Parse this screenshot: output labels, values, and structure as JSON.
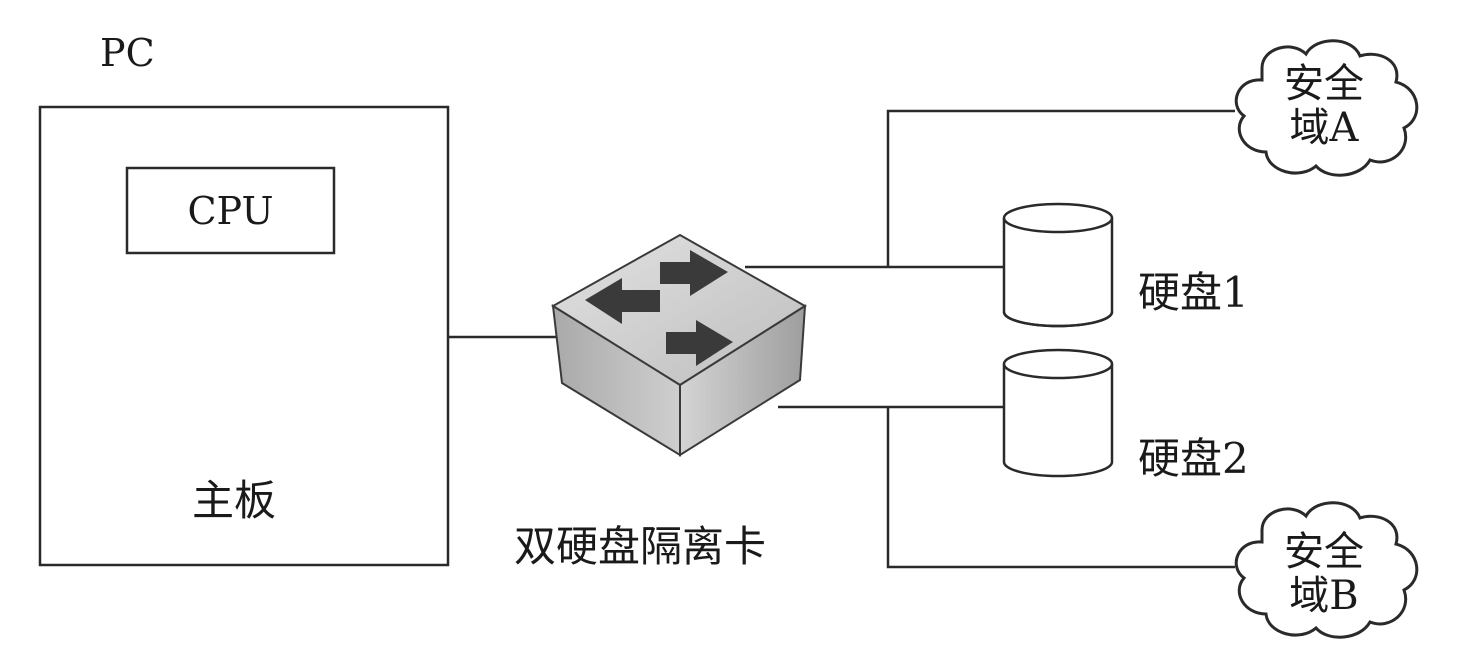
{
  "pc": {
    "label": "PC"
  },
  "cpu": {
    "label": "CPU"
  },
  "motherboard": {
    "label": "主板"
  },
  "isolation_card": {
    "label": "双硬盘隔离卡"
  },
  "disk1": {
    "label": "硬盘1"
  },
  "disk2": {
    "label": "硬盘2"
  },
  "zone_a": {
    "line1": "安全",
    "line2": "域A"
  },
  "zone_b": {
    "line1": "安全",
    "line2": "域B"
  },
  "colors": {
    "stroke": "#2a2a2a",
    "card_top": "#c9c9c9",
    "card_side": "#9a9a9a",
    "arrow": "#3a3a3a"
  }
}
